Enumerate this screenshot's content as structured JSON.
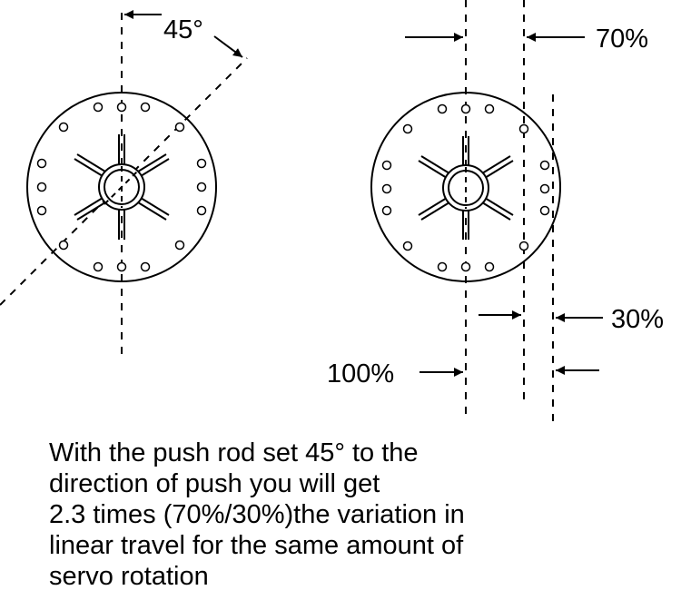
{
  "labels": {
    "angle": "45°",
    "seventy": "70%",
    "thirty": "30%",
    "hundred": "100%"
  },
  "caption": {
    "lines": [
      "With the push rod set 45° to the",
      "direction of push you will get",
      "2.3 times (70%/30%)the variation in",
      "linear travel for the same amount of",
      "servo rotation"
    ]
  },
  "colors": {
    "ink": "#000000",
    "paper": "#ffffff"
  }
}
